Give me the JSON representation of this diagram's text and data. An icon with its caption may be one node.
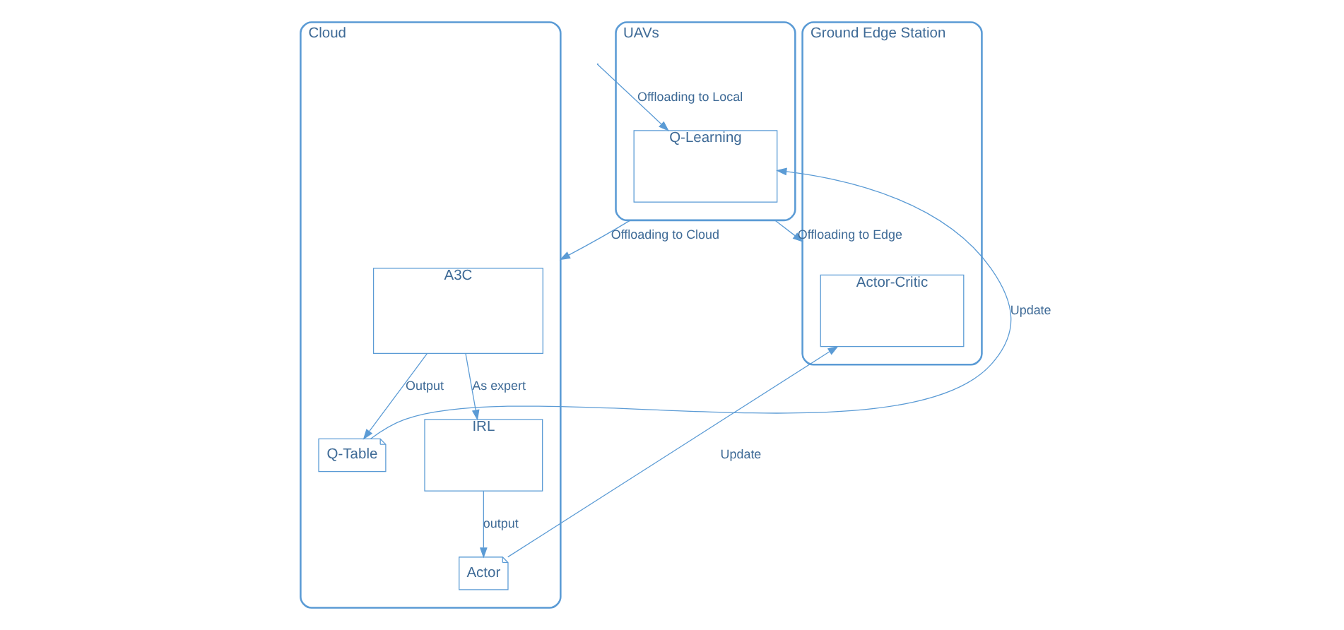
{
  "diagram": {
    "nodes": [
      {
        "text": [
          "UAVs"
        ]
      },
      {
        "text": [
          "Q-Learning"
        ],
        "in": 0
      },
      {
        "text": [
          "Cloud"
        ]
      },
      {
        "text": [
          "Q-Table"
        ],
        "in": 2
      },
      {
        "text": [
          "Actor"
        ],
        "in": 2
      },
      {
        "text": [
          "A3C"
        ],
        "in": 2
      },
      {
        "text": [
          "IRL"
        ],
        "in": 2
      },
      {
        "text": [
          "Ground Edge Station"
        ]
      },
      {
        "text": [
          "Actor-Critic"
        ],
        "in": 7
      }
    ],
    "edges": [
      {
        "from": null,
        "to": 1,
        "arrow": "to",
        "label": "Offloading to Local"
      },
      {
        "from": 0,
        "to": 2,
        "arrow": "to",
        "label": "Offloading to Cloud"
      },
      {
        "from": 0,
        "to": 7,
        "arrow": "to",
        "label": "Offloading to Edge"
      },
      {
        "from": 3,
        "to": 1,
        "arrow": "to",
        "label": "Update"
      },
      {
        "from": 4,
        "to": 8,
        "arrow": "to",
        "label": "Update"
      },
      {
        "from": 5,
        "to": 3,
        "arrow": "to",
        "label": "Output"
      },
      {
        "from": 6,
        "to": 4,
        "arrow": "to",
        "label": "output"
      },
      {
        "from": 5,
        "to": 6,
        "arrow": "to",
        "label": "As expert"
      }
    ]
  }
}
